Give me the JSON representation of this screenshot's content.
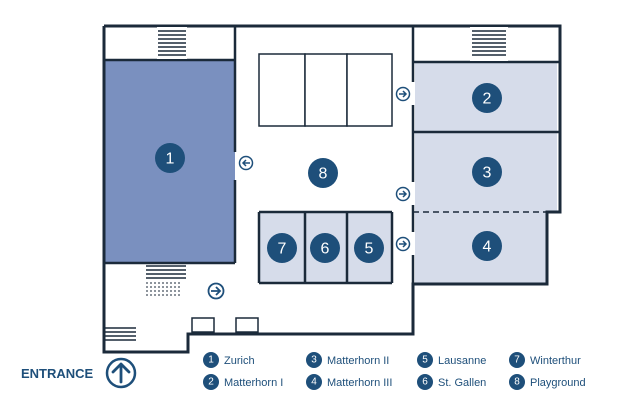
{
  "rooms": [
    {
      "number": "1",
      "name": "Zurich",
      "fill": "#7a90bf"
    },
    {
      "number": "2",
      "name": "Matterhorn I",
      "fill": "#d6dcea"
    },
    {
      "number": "3",
      "name": "Matterhorn II",
      "fill": "#d6dcea"
    },
    {
      "number": "4",
      "name": "Matterhorn III",
      "fill": "#d6dcea"
    },
    {
      "number": "5",
      "name": "Lausanne",
      "fill": "#d6dcea"
    },
    {
      "number": "6",
      "name": "St. Gallen",
      "fill": "#d6dcea"
    },
    {
      "number": "7",
      "name": "Winterthur",
      "fill": "#d6dcea"
    },
    {
      "number": "8",
      "name": "Playground",
      "fill": "#ffffff"
    }
  ],
  "entrance_label": "ENTRANCE",
  "colors": {
    "wall": "#1b2a3a",
    "badge": "#1e4f7a",
    "text": "#1e4f7a"
  },
  "icons": {
    "entrance": "arrow-up-circle-icon",
    "door": "arrow-circle-icon",
    "stairs": "stairs-icon"
  }
}
